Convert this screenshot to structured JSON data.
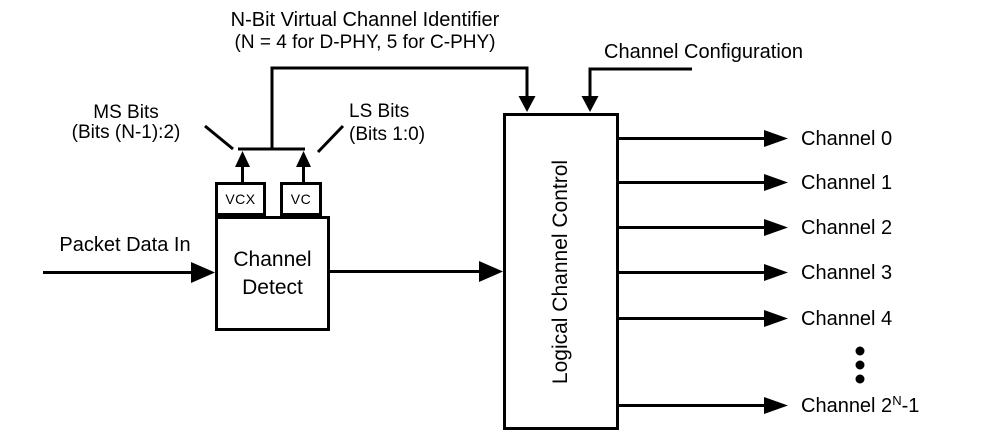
{
  "diagram": {
    "title_line1": "N-Bit Virtual Channel Identifier",
    "title_line2": "(N = 4 for D-PHY, 5 for C-PHY)",
    "channel_configuration": "Channel Configuration",
    "ms_bits_line1": "MS Bits",
    "ms_bits_line2": "(Bits (N-1):2)",
    "ls_bits_line1": "LS Bits",
    "ls_bits_line2": "(Bits 1:0)",
    "packet_data_in": "Packet Data In",
    "vcx_label": "VCX",
    "vc_label": "VC",
    "channel_detect_label": "Channel Detect",
    "logical_channel_control_label": "Logical Channel Control",
    "outputs": {
      "c0": "Channel 0",
      "c1": "Channel 1",
      "c2": "Channel 2",
      "c3": "Channel 3",
      "c4": "Channel 4",
      "last_base": "Channel 2",
      "last_sup": "N",
      "last_tail": "-1"
    },
    "colors": {
      "line": "#000000",
      "background": "#ffffff",
      "text": "#000000"
    }
  }
}
